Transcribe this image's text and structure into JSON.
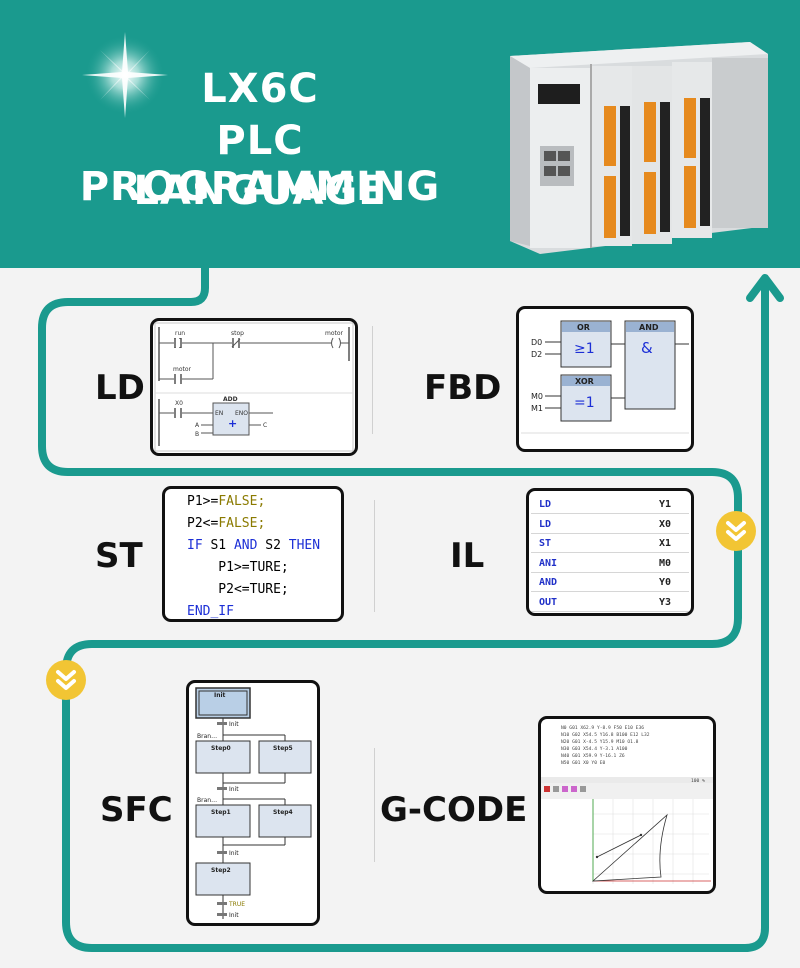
{
  "banner": {
    "title_line1": "LX6C",
    "title_line2": "PLC PROGRAMMING",
    "title_line3": "LANGUAGE",
    "color": "#1a9a8e"
  },
  "sections": {
    "ld": {
      "label": "LD",
      "run": "run",
      "stop": "stop",
      "motor": "motor",
      "motor2": "motor",
      "x0": "X0",
      "add": "ADD",
      "en": "EN",
      "eno": "ENO",
      "a": "A",
      "b": "B",
      "c": "C",
      "plus": "+"
    },
    "fbd": {
      "label": "FBD",
      "d0": "D0",
      "d2": "D2",
      "m0": "M0",
      "m1": "M1",
      "or": "OR",
      "or_sym": "≥1",
      "xor": "XOR",
      "xor_sym": "=1",
      "and": "AND",
      "and_sym": "&"
    },
    "st": {
      "label": "ST",
      "l1a": "P1>=",
      "l1b": "FALSE;",
      "l2a": "P2<=",
      "l2b": "FALSE;",
      "l3a": "IF",
      "l3b": " S1 ",
      "l3c": "AND",
      "l3d": " S2 ",
      "l3e": "THEN",
      "l4": "    P1>=TURE;",
      "l5": "    P2<=TURE;",
      "l6": "END_IF"
    },
    "il": {
      "label": "IL",
      "rows": [
        [
          "LD",
          "Y1"
        ],
        [
          "LD",
          "X0"
        ],
        [
          "ST",
          "X1"
        ],
        [
          "ANI",
          "M0"
        ],
        [
          "AND",
          "Y0"
        ],
        [
          "OUT",
          "Y3"
        ]
      ]
    },
    "sfc": {
      "label": "SFC",
      "init": "Init",
      "init_t": "Init",
      "bran1": "Bran…",
      "step0": "Step0",
      "step5": "Step5",
      "init_t2": "Init",
      "bran2": "Bran…",
      "step1": "Step1",
      "step4": "Step4",
      "init_t3": "Init",
      "step2": "Step2",
      "true_t": "TRUE",
      "init_t4": "Init"
    },
    "gcode": {
      "label": "G-CODE",
      "lines": [
        "N0 G01 X62.9 Y-8.9 F50 E10 E36",
        "N10 G02 X54.5 Y16.8 B100 E12 L32",
        "N20 G01 X-4.5 Y15.9 M10 O1.8",
        "N30 G03 X54.4 Y-3.1 A100",
        "N40 G01 X59.9 Y-16.1 Z6",
        "N50 G01 X0 Y0 E0"
      ],
      "zoom": "100 %"
    }
  }
}
